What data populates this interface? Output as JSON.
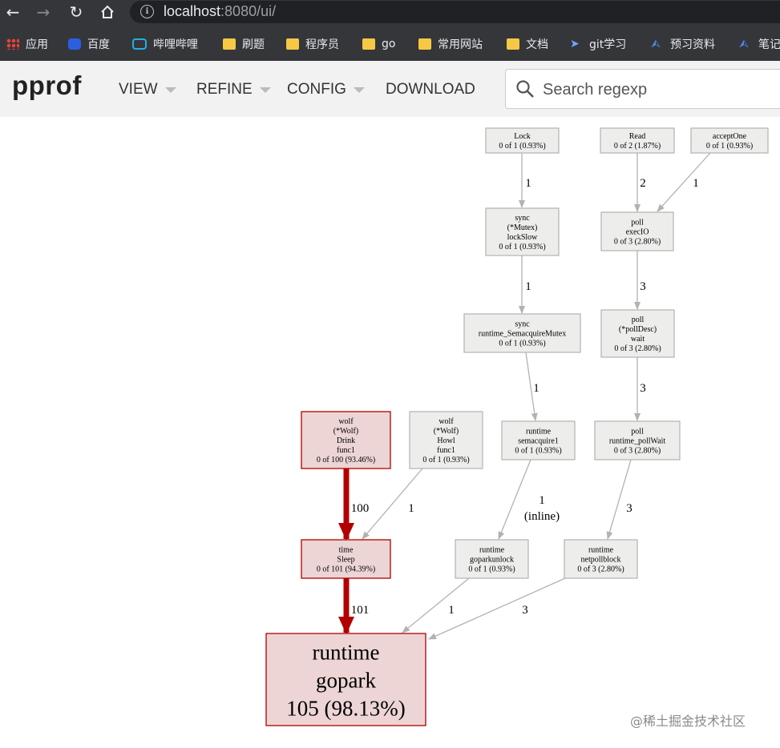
{
  "browser": {
    "url_host": "localhost",
    "url_port": ":8080/ui/",
    "bookmarks": [
      {
        "label": "应用",
        "icon": "apps-icon"
      },
      {
        "label": "百度",
        "icon": "baidu-icon"
      },
      {
        "label": "哔哩哔哩",
        "icon": "bilibili-icon"
      },
      {
        "label": "刷题",
        "icon": "folder-icon"
      },
      {
        "label": "程序员",
        "icon": "folder-icon"
      },
      {
        "label": "go",
        "icon": "folder-icon"
      },
      {
        "label": "常用网站",
        "icon": "folder-icon"
      },
      {
        "label": "文档",
        "icon": "folder-icon"
      },
      {
        "label": "git学习",
        "icon": "rocket-icon"
      },
      {
        "label": "预习资料",
        "icon": "layers-icon"
      },
      {
        "label": "笔记",
        "icon": "layers-icon"
      }
    ]
  },
  "header": {
    "logo": "pprof",
    "menus": [
      "VIEW",
      "REFINE",
      "CONFIG",
      "DOWNLOAD"
    ],
    "search_placeholder": "Search regexp"
  },
  "graph": {
    "hot_color": "#b20000",
    "hot_fill": "#edd5d5",
    "cold_fill": "#ededec",
    "nodes": [
      {
        "id": "lock",
        "lines": [
          "Lock",
          "0 of 1 (0.93%)"
        ]
      },
      {
        "id": "read",
        "lines": [
          "Read",
          "0 of 2 (1.87%)"
        ]
      },
      {
        "id": "acceptone",
        "lines": [
          "acceptOne",
          "0 of 1 (0.93%)"
        ]
      },
      {
        "id": "lockslow",
        "lines": [
          "sync",
          "(*Mutex)",
          "lockSlow",
          "0 of 1 (0.93%)"
        ]
      },
      {
        "id": "execio",
        "lines": [
          "poll",
          "execIO",
          "0 of 3 (2.80%)"
        ]
      },
      {
        "id": "semacquiremutex",
        "lines": [
          "sync",
          "runtime_SemacquireMutex",
          "0 of 1 (0.93%)"
        ]
      },
      {
        "id": "polldescwait",
        "lines": [
          "poll",
          "(*pollDesc)",
          "wait",
          "0 of 3 (2.80%)"
        ]
      },
      {
        "id": "drink",
        "lines": [
          "wolf",
          "(*Wolf)",
          "Drink",
          "func1",
          "0 of 100 (93.46%)"
        ]
      },
      {
        "id": "howl",
        "lines": [
          "wolf",
          "(*Wolf)",
          "Howl",
          "func1",
          "0 of 1 (0.93%)"
        ]
      },
      {
        "id": "semacquire1",
        "lines": [
          "runtime",
          "semacquire1",
          "0 of 1 (0.93%)"
        ]
      },
      {
        "id": "pollwait",
        "lines": [
          "poll",
          "runtime_pollWait",
          "0 of 3 (2.80%)"
        ]
      },
      {
        "id": "sleep",
        "lines": [
          "time",
          "Sleep",
          "0 of 101 (94.39%)"
        ]
      },
      {
        "id": "goparkunlock",
        "lines": [
          "runtime",
          "goparkunlock",
          "0 of 1 (0.93%)"
        ]
      },
      {
        "id": "netpollblock",
        "lines": [
          "runtime",
          "netpollblock",
          "0 of 3 (2.80%)"
        ]
      },
      {
        "id": "gopark",
        "lines": [
          "runtime",
          "gopark",
          "105 (98.13%)"
        ]
      }
    ],
    "edges": [
      {
        "from": "lock",
        "to": "lockslow",
        "labels": [
          "1"
        ]
      },
      {
        "from": "read",
        "to": "execio",
        "labels": [
          "2"
        ]
      },
      {
        "from": "acceptone",
        "to": "execio",
        "labels": [
          "1"
        ]
      },
      {
        "from": "lockslow",
        "to": "semacquiremutex",
        "labels": [
          "1"
        ]
      },
      {
        "from": "execio",
        "to": "polldescwait",
        "labels": [
          "3"
        ]
      },
      {
        "from": "semacquiremutex",
        "to": "semacquire1",
        "labels": [
          "1"
        ]
      },
      {
        "from": "polldescwait",
        "to": "pollwait",
        "labels": [
          "3"
        ]
      },
      {
        "from": "drink",
        "to": "sleep",
        "labels": [
          "100"
        ]
      },
      {
        "from": "howl",
        "to": "sleep",
        "labels": [
          "1"
        ]
      },
      {
        "from": "semacquire1",
        "to": "goparkunlock",
        "labels": [
          "1",
          "(inline)"
        ]
      },
      {
        "from": "pollwait",
        "to": "netpollblock",
        "labels": [
          "3"
        ]
      },
      {
        "from": "sleep",
        "to": "gopark",
        "labels": [
          "101"
        ]
      },
      {
        "from": "goparkunlock",
        "to": "gopark",
        "labels": [
          "1"
        ]
      },
      {
        "from": "netpollblock",
        "to": "gopark",
        "labels": [
          "3"
        ]
      }
    ]
  },
  "watermark": "@稀土掘金技术社区"
}
